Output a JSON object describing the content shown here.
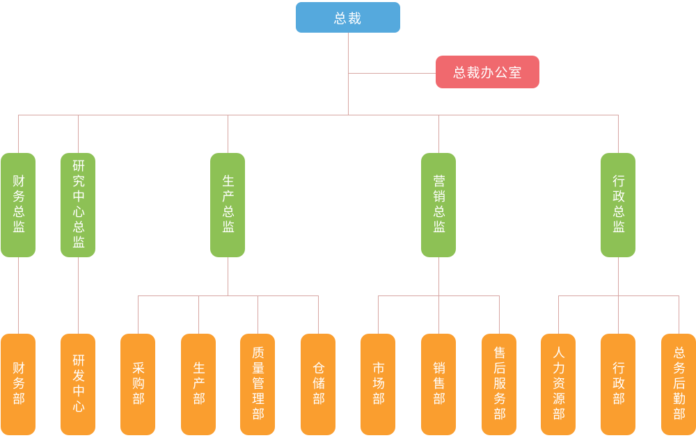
{
  "palette": {
    "root_node": "#55A9DD",
    "staff_node": "#F0696E",
    "director_node": "#8DC155",
    "department_node": "#FA9E2F",
    "connector_line": "#D7A5A2",
    "node_text": "#FFFFFF",
    "background": "#FFFFFF"
  },
  "org_chart": {
    "root": {
      "label": "总裁"
    },
    "staff": {
      "label": "总裁办公室"
    },
    "directors": [
      {
        "label": "财务总监",
        "departments": [
          {
            "label": "财务部"
          }
        ]
      },
      {
        "label": "研究中心总监",
        "departments": [
          {
            "label": "研发中心"
          }
        ]
      },
      {
        "label": "生产总监",
        "departments": [
          {
            "label": "采购部"
          },
          {
            "label": "生产部"
          },
          {
            "label": "质量管理部"
          },
          {
            "label": "仓储部"
          }
        ]
      },
      {
        "label": "营销总监",
        "departments": [
          {
            "label": "市场部"
          },
          {
            "label": "销售部"
          },
          {
            "label": "售后服务部"
          }
        ]
      },
      {
        "label": "行政总监",
        "departments": [
          {
            "label": "人力资源部"
          },
          {
            "label": "行政部"
          },
          {
            "label": "总务后勤部"
          }
        ]
      }
    ]
  }
}
